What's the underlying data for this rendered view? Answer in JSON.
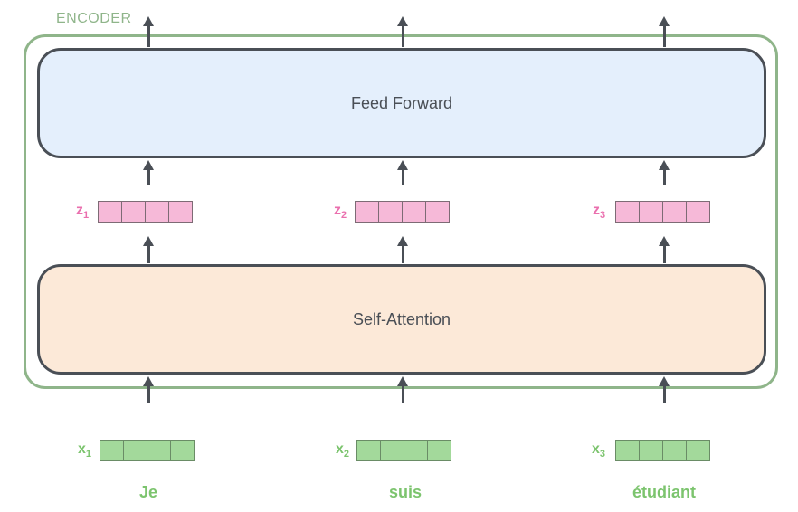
{
  "encoder_label": "ENCODER",
  "feed_forward_label": "Feed Forward",
  "self_attention_label": "Self-Attention",
  "columns": [
    {
      "z_name": "z",
      "z_sub": "1",
      "x_name": "x",
      "x_sub": "1",
      "word": "Je"
    },
    {
      "z_name": "z",
      "z_sub": "2",
      "x_name": "x",
      "x_sub": "2",
      "word": "suis"
    },
    {
      "z_name": "z",
      "z_sub": "3",
      "x_name": "x",
      "x_sub": "3",
      "word": "étudiant"
    }
  ],
  "colors": {
    "encoder_border": "#8fb58a",
    "feed_forward_fill": "#e4effc",
    "self_attention_fill": "#fce9d8",
    "z_vector": "#f6b9d8",
    "x_vector": "#a3d99b",
    "z_label": "#ea6fae",
    "x_label": "#7cc46e"
  }
}
